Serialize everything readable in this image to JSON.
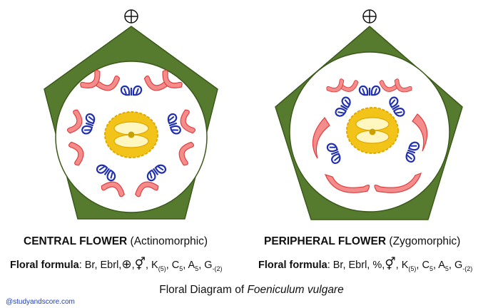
{
  "left_flower": {
    "title": "CENTRAL FLOWER",
    "symmetry": "(Actinomorphic)",
    "formula_label": "Floral formula",
    "formula_prefix": ": Br, Ebrl,",
    "symmetry_symbol": "⊕",
    "sex_symbol": "⚥"
  },
  "right_flower": {
    "title": "PERIPHERAL FLOWER",
    "symmetry": "(Zygomorphic)",
    "formula_label": "Floral formula",
    "formula_prefix": ": Br, Ebrl,",
    "symmetry_symbol": "%",
    "sex_symbol": "⚥"
  },
  "formula_parts": {
    "k": "K",
    "k_sub": "(5)",
    "c": "C",
    "c_sub": "5",
    "a": "A",
    "a_sub": "5",
    "g": "G",
    "g_sub": "-(2)"
  },
  "diagram_title_prefix": "Floral Diagram of ",
  "diagram_title_species": "Foeniculum vulgare",
  "credit": "@studyandscore.com",
  "colors": {
    "sepal": "#567a2e",
    "petal_fill": "#f48c8c",
    "petal_stroke": "#e04040",
    "stamen": "#1f2fb0",
    "ovary": "#f2c419",
    "ovary_inner": "#fff6c0",
    "center_dot": "#c9a000"
  }
}
